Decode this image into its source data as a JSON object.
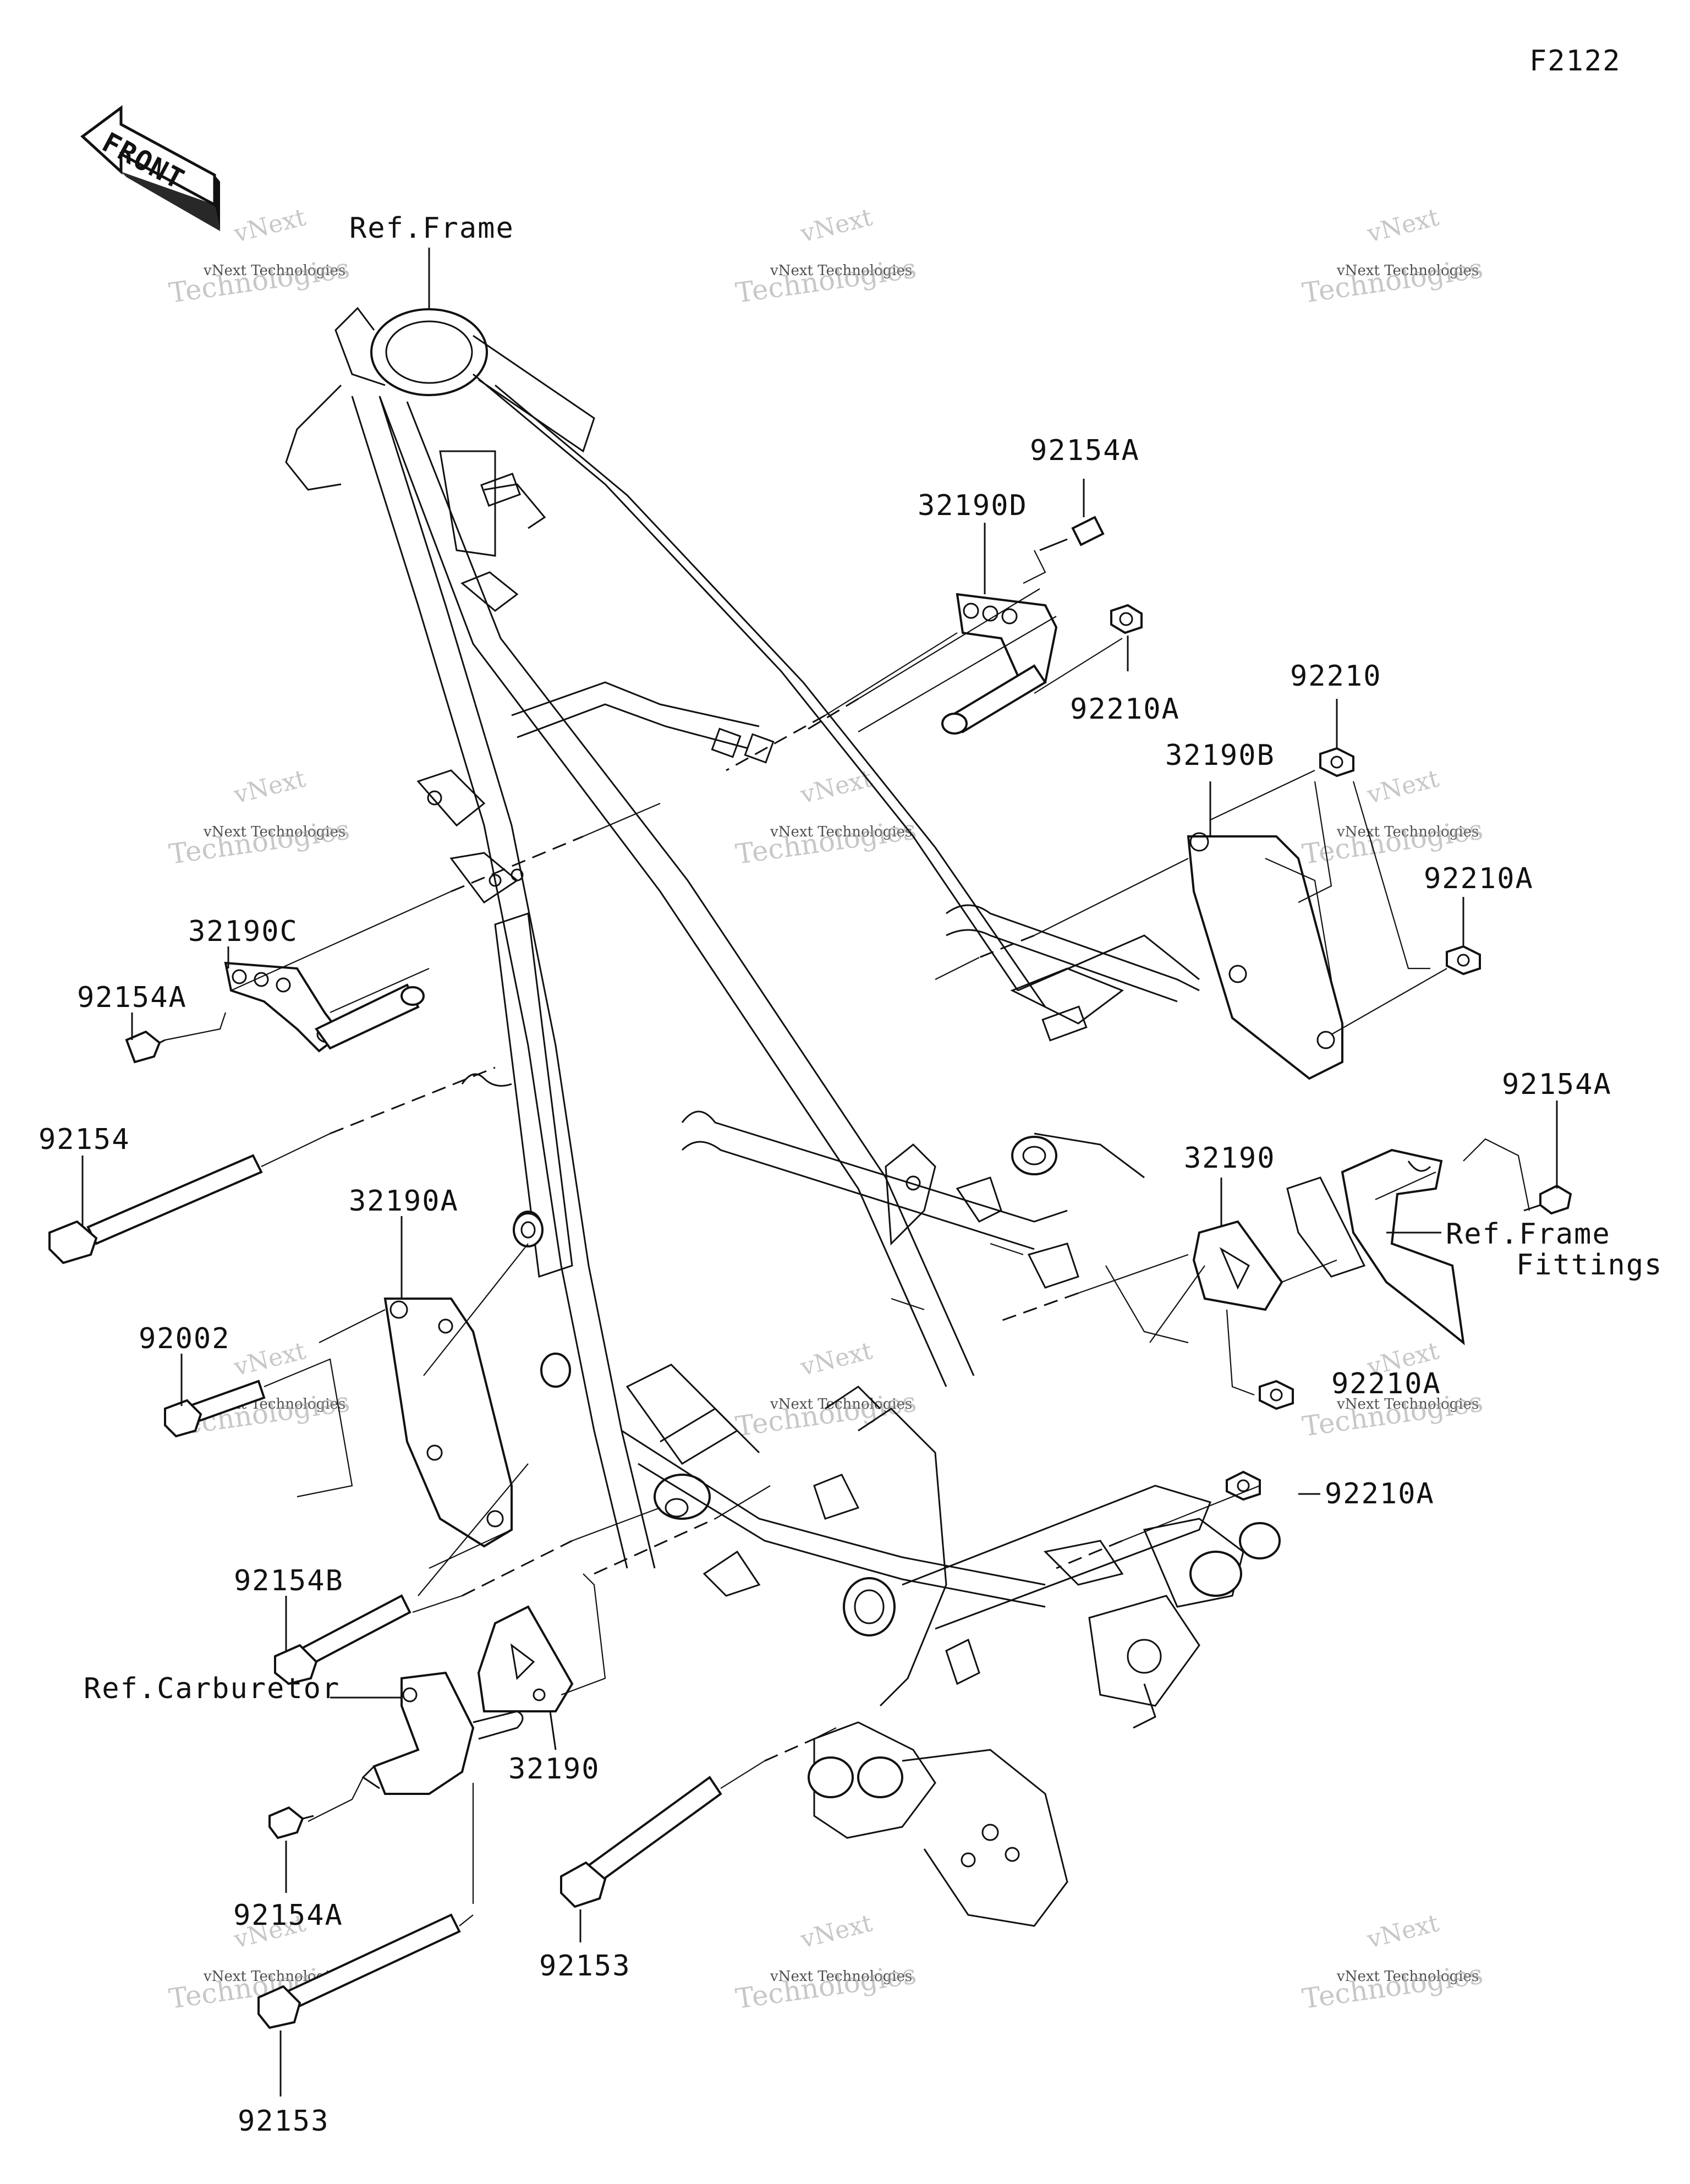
{
  "diagram_code": "F2122",
  "front_arrow_text": "FRONT",
  "watermark": {
    "line1": "vNext",
    "line2": "vNext Technologies",
    "line3": "Technologies"
  },
  "labels": {
    "ref_frame": "Ref.Frame",
    "p_32190D": "32190D",
    "p_92154A_top": "92154A",
    "p_92210A_top": "92210A",
    "p_92210": "92210",
    "p_32190B": "32190B",
    "p_92210A_right": "92210A",
    "p_32190C": "32190C",
    "p_92154A_left": "92154A",
    "p_92154": "92154",
    "p_92154A_right": "92154A",
    "p_32190_right": "32190",
    "ref_frame_fittings_1": "Ref.Frame",
    "ref_frame_fittings_2": "Fittings",
    "p_32190A": "32190A",
    "p_92002": "92002",
    "p_92210A_mid": "92210A",
    "p_92210A_lower": "92210A",
    "p_92154B": "92154B",
    "ref_carburetor": "Ref.Carburetor",
    "p_32190_lower": "32190",
    "p_92154A_bottom": "92154A",
    "p_92153_mid": "92153",
    "p_92153_bottom": "92153"
  }
}
